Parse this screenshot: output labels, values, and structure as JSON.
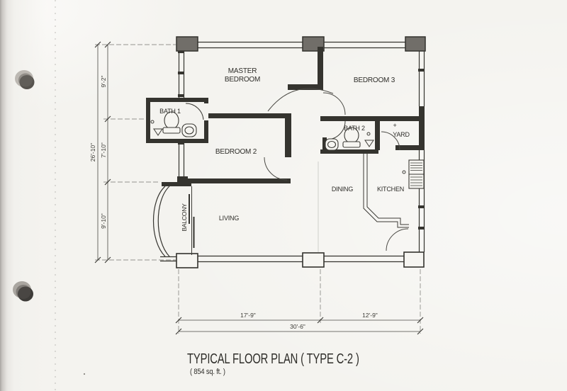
{
  "title": {
    "main": "TYPICAL FLOOR PLAN ( TYPE C-2 )",
    "area": "( 854 sq. ft. )"
  },
  "rooms": {
    "master_bedroom": {
      "line1": "MASTER",
      "line2": "BEDROOM"
    },
    "bedroom2": {
      "label": "BEDROOM 2"
    },
    "bedroom3": {
      "label": "BEDROOM 3"
    },
    "bath1": {
      "label": "BATH 1"
    },
    "bath2": {
      "label": "BATH 2"
    },
    "yard": {
      "label": "YARD",
      "symbol": "+"
    },
    "dining": {
      "label": "DINING"
    },
    "kitchen": {
      "label": "KITCHEN"
    },
    "living": {
      "label": "LIVING"
    },
    "balcony": {
      "label": "BALCONY"
    }
  },
  "dimensions": {
    "left_total": "26'-10\"",
    "left_segments": [
      "9'-2\"",
      "7'-10\"",
      "9'-10\""
    ],
    "bottom_segments": [
      "17'-9\"",
      "12'-9\""
    ],
    "bottom_total": "30'-6\""
  },
  "colors": {
    "ink": "#35342f",
    "paper": "#f4f3ef",
    "column_fill": "#716e69"
  }
}
